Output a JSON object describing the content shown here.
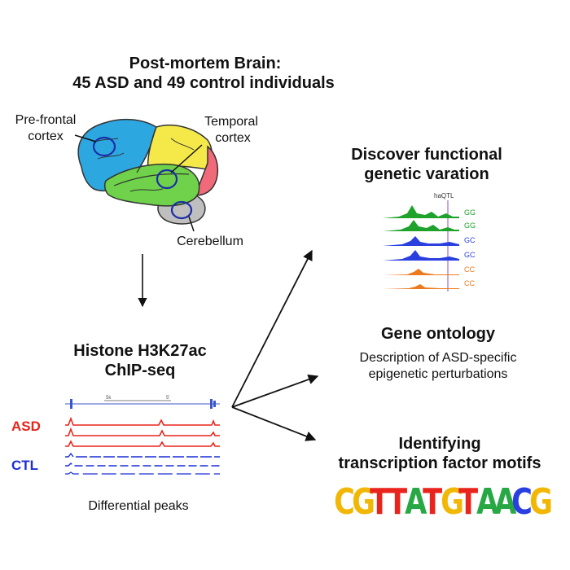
{
  "title": {
    "line1": "Post-mortem Brain:",
    "line2": "45 ASD and 49 control individuals"
  },
  "brain_labels": {
    "prefrontal_line1": "Pre-frontal",
    "prefrontal_line2": "cortex",
    "temporal_line1": "Temporal",
    "temporal_line2": "cortex",
    "cerebellum": "Cerebellum"
  },
  "chip": {
    "title_line1": "Histone H3K27ac",
    "title_line2": "ChIP-seq",
    "asd_label": "ASD",
    "ctl_label": "CTL",
    "caption": "Differential peaks",
    "asd_color": "#e8241c",
    "ctl_color": "#1c2fd8"
  },
  "discover": {
    "title_line1": "Discover functional",
    "title_line2": "genetic varation",
    "marker_label": "haQTL",
    "genotypes": [
      {
        "label": "GG",
        "color": "#1fa22a"
      },
      {
        "label": "GG",
        "color": "#1fa22a"
      },
      {
        "label": "GC",
        "color": "#2a3fe0"
      },
      {
        "label": "GC",
        "color": "#2a3fe0"
      },
      {
        "label": "CC",
        "color": "#ef7a1e"
      },
      {
        "label": "CC",
        "color": "#ef7a1e"
      }
    ]
  },
  "ontology": {
    "title": "Gene ontology",
    "desc_line1": "Description of ASD-specific",
    "desc_line2": "epigenetic perturbations"
  },
  "motifs": {
    "title_line1": "Identifying",
    "title_line2": "transcription factor motifs",
    "logo_letters": [
      {
        "ch": "C",
        "color": "#f2b705"
      },
      {
        "ch": "G",
        "color": "#f2b705"
      },
      {
        "ch": "T",
        "color": "#e8241c"
      },
      {
        "ch": "T",
        "color": "#e8241c"
      },
      {
        "ch": "A",
        "color": "#27a844"
      },
      {
        "ch": "T",
        "color": "#e8241c"
      },
      {
        "ch": "G",
        "color": "#f2b705"
      },
      {
        "ch": "T",
        "color": "#e8241c"
      },
      {
        "ch": "A",
        "color": "#27a844"
      },
      {
        "ch": "A",
        "color": "#27a844"
      },
      {
        "ch": "C",
        "color": "#2a3fe0"
      },
      {
        "ch": "G",
        "color": "#f2b705"
      }
    ]
  }
}
